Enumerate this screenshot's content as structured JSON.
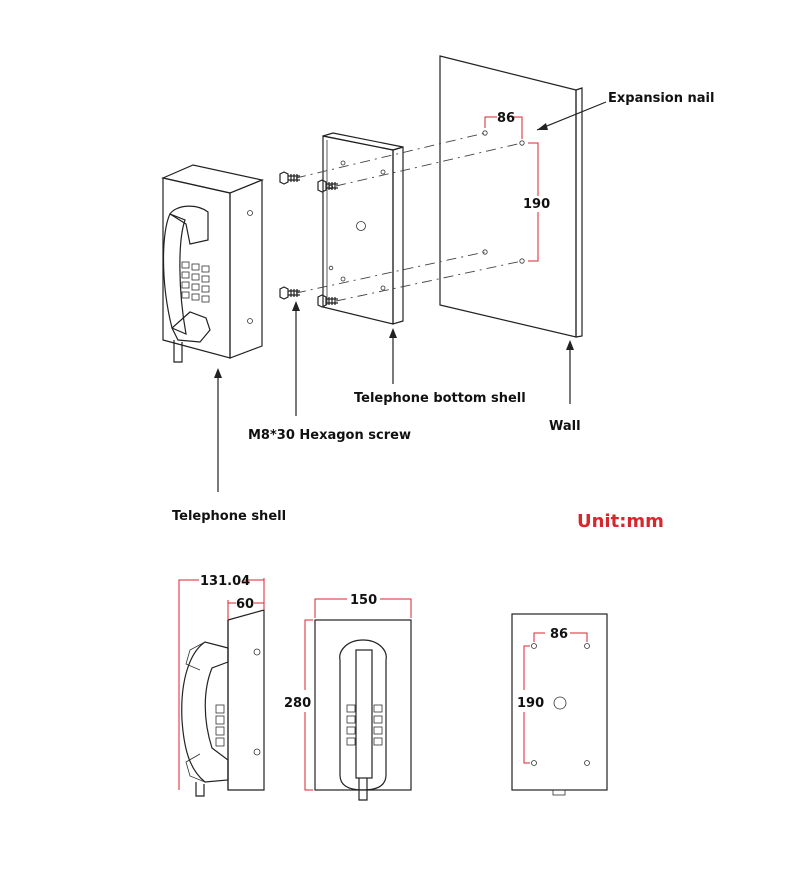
{
  "labels": {
    "expansion_nail": "Expansion nail",
    "telephone_bottom_shell": "Telephone bottom shell",
    "wall": "Wall",
    "hex_screw": "M8*30 Hexagon screw",
    "telephone_shell": "Telephone shell",
    "unit": "Unit:mm"
  },
  "dimensions": {
    "top_hspace": "86",
    "top_vspace": "190",
    "side_depth_total": "131.04",
    "side_depth_box": "60",
    "front_width": "150",
    "front_height": "280",
    "back_hspace": "86",
    "back_vspace": "190"
  },
  "colors": {
    "dimension_red": "#d9262c",
    "line": "#222222",
    "unit_text": "#d9262c"
  }
}
